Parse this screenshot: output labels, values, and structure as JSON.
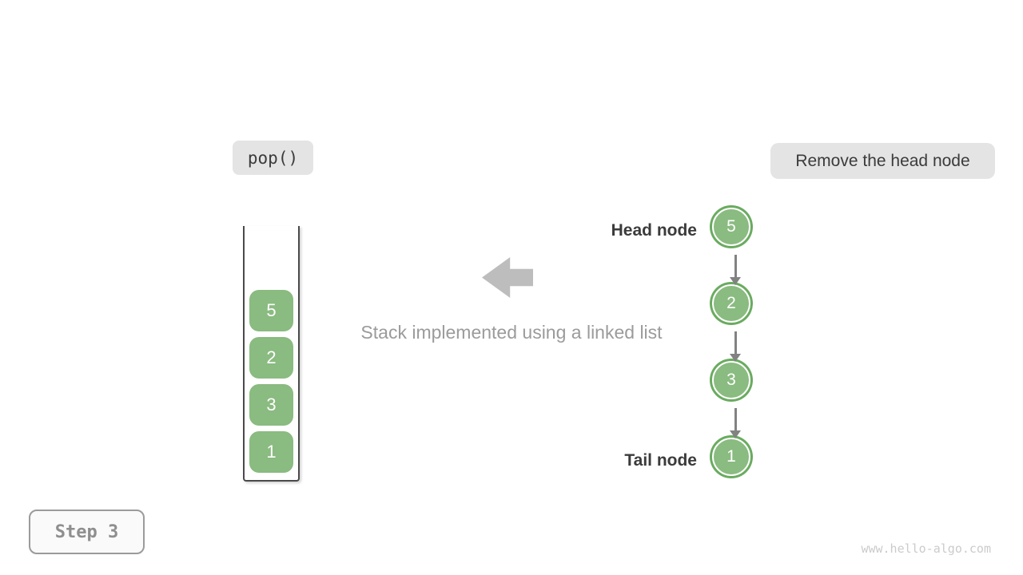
{
  "labels": {
    "operation": "pop()",
    "action": "Remove the head node",
    "caption": "Stack implemented using a linked list",
    "head_label": "Head node",
    "tail_label": "Tail node",
    "step": "Step 3",
    "watermark": "www.hello-algo.com"
  },
  "stack": {
    "items": [
      "5",
      "2",
      "3",
      "1"
    ]
  },
  "linked_list": {
    "nodes": [
      "5",
      "2",
      "3",
      "1"
    ]
  },
  "colors": {
    "node_fill": "#8abb80",
    "node_ring": "#6aab60",
    "badge_bg": "#e4e4e4",
    "dark_text": "#3b3b3b",
    "muted_text": "#9b9b9b",
    "arrow_gray": "#bdbdbd",
    "connector_gray": "#828282",
    "container_border": "#4a4a4a",
    "step_border": "#9b9b9b",
    "step_text": "#8e8e8e",
    "step_bg": "#fafafa",
    "watermark_text": "#cbcbcb"
  }
}
